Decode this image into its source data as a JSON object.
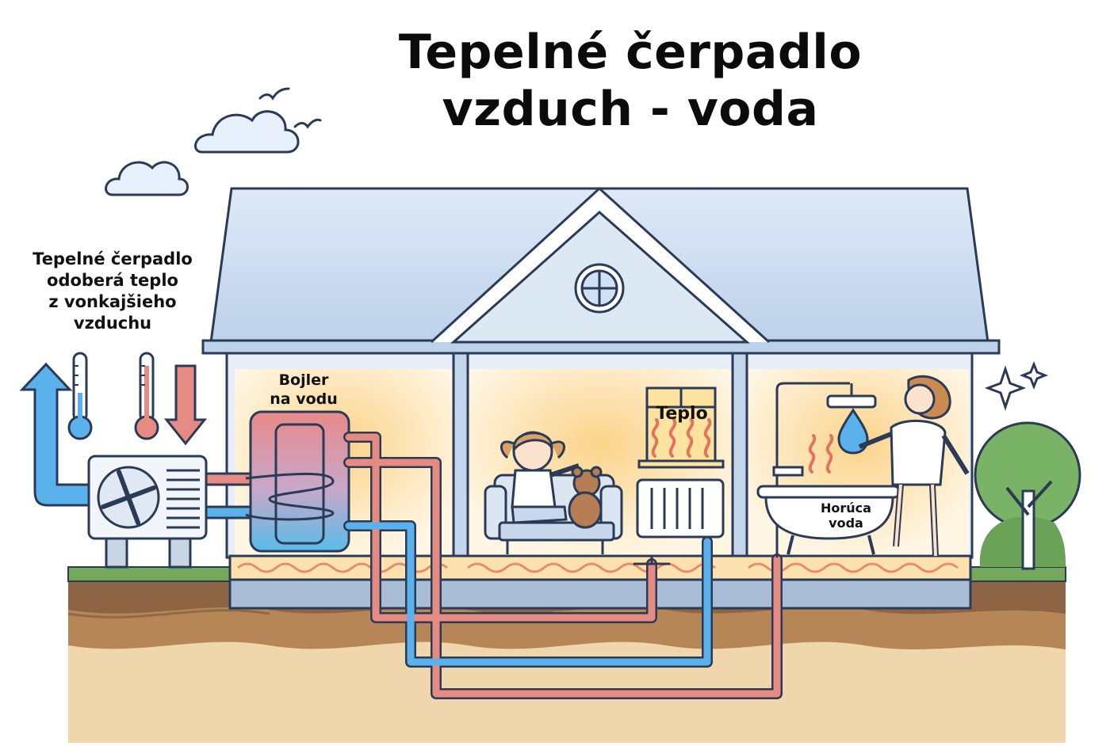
{
  "title": "Tepelné čerpadlo\nvzduch - voda",
  "title_lines": [
    "Tepelné čerpadlo",
    "vzduch - voda"
  ],
  "side_note_lines": [
    "Tepelné čerpadlo",
    "odoberá teplo",
    "z vonkajšieho",
    "vzduchu"
  ],
  "labels": {
    "boiler_lines": [
      "Bojler",
      "na vodu"
    ],
    "heat": "Teplo",
    "hot_water_lines": [
      "Horúca",
      "voda"
    ]
  },
  "colors": {
    "outline": "#2b3a55",
    "roof": "#c9dcf2",
    "wall": "#e6eef8",
    "room_glow": "#fde7b5",
    "hot_pipe": "#e08585",
    "cold_pipe": "#5aa9e6",
    "soil_dark": "#8a6242",
    "soil_mid": "#b58457",
    "soil_light": "#f1d9b2",
    "grass": "#6fa65a"
  },
  "icons": [
    "cloud-icon",
    "bird-icon",
    "thermometer-icon",
    "arrow-up-icon",
    "arrow-down-icon",
    "sparkle-icon",
    "tree-icon",
    "teddy-bear-icon",
    "shower-icon",
    "water-drop-icon"
  ]
}
